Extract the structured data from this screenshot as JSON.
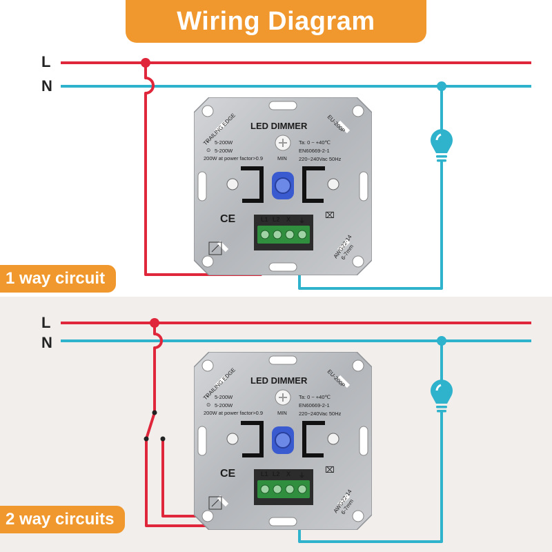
{
  "title": "Wiring Diagram",
  "line_labels": {
    "live": "L",
    "neutral": "N"
  },
  "colors": {
    "banner": "#f0982d",
    "live_wire": "#e0263a",
    "neutral_wire": "#2fb2cc",
    "bulb": "#2fb2cc",
    "terminal_block": "#2f8f3e",
    "knob": "#3a5bd0",
    "plate": "#b9bcc0"
  },
  "circuits": [
    {
      "label": "1 way circuit",
      "switch": "none"
    },
    {
      "label": "2 way circuits",
      "switch": "two-way"
    }
  ],
  "dimmer": {
    "title": "LED DIMMER",
    "model": "EU-200P",
    "edge_type": "TRAILING EDGE",
    "spec_led": "5-200W",
    "spec_lamp": "5-200W",
    "power_factor": "200W at power factor>0.9",
    "knob_label": "MIN",
    "temperature": "Ta: 0 ~ +40℃",
    "standard": "EN60669-2-1",
    "voltage": "220~240Vac 50Hz",
    "terminals": [
      "L1",
      "L2",
      "X",
      "⏚"
    ],
    "wire_gauge": "AWG22-14",
    "strip_length": "6-7mm",
    "ce_mark": "CE",
    "icons": [
      "led-icon",
      "lamp-icon",
      "recycle-bin-icon",
      "ground-icon"
    ]
  }
}
